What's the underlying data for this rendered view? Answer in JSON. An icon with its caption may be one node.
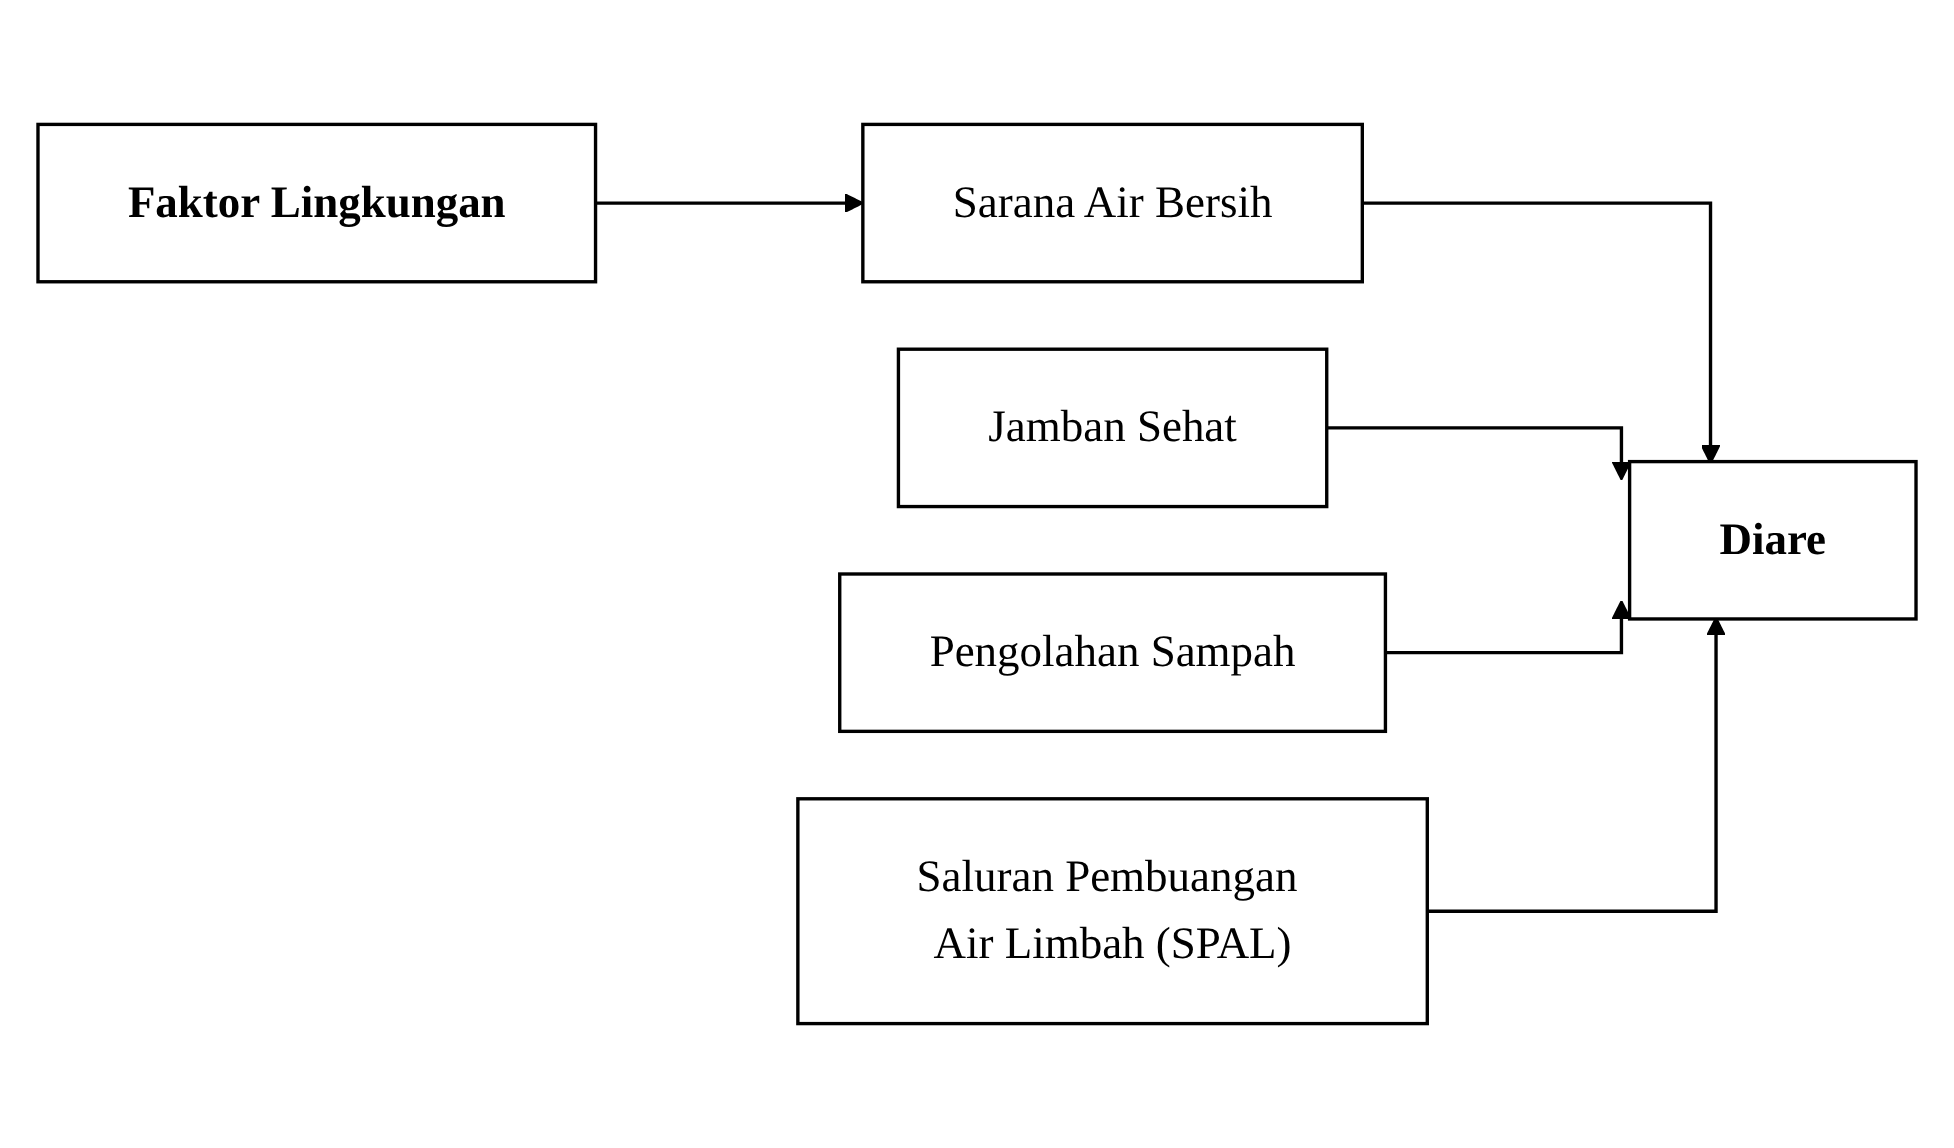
{
  "diagram": {
    "nodes": [
      {
        "text": [
          "Faktor Lingkungan"
        ]
      },
      {
        "text": [
          "Sarana Air Bersih"
        ]
      },
      {
        "text": [
          "Jamban Sehat"
        ]
      },
      {
        "text": [
          "Pengolahan Sampah"
        ]
      },
      {
        "text": [
          "Saluran Pembuangan Air Limbah (SPAL)"
        ]
      },
      {
        "text": [
          "Diare"
        ]
      }
    ],
    "edges": [
      {
        "from": 0,
        "to": 1,
        "arrow": "to"
      },
      {
        "from": 1,
        "to": 5,
        "arrow": "to"
      },
      {
        "from": 2,
        "to": 5,
        "arrow": "to"
      },
      {
        "from": 3,
        "to": 5,
        "arrow": "to"
      },
      {
        "from": 4,
        "to": 5,
        "arrow": "to"
      }
    ]
  }
}
